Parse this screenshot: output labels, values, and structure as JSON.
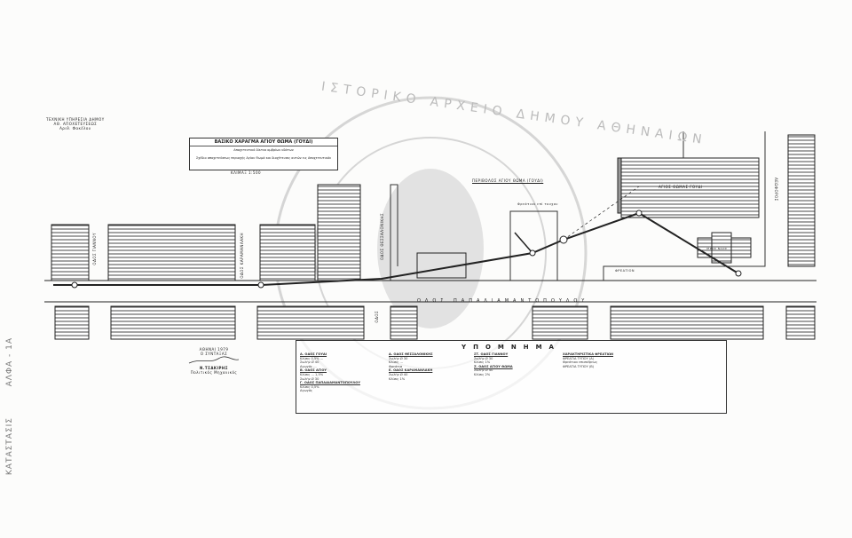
{
  "archive_note": {
    "lines": [
      "ΤΕΧΝΙΚΗ ΥΠΗΡΕΣΙΑ ΔΗΜΟΥ",
      "ΑΘ. ΑΠΟΧΕΤΕΥΣΕΩΣ",
      "Αριθ. Φακέλου"
    ]
  },
  "title_block": {
    "title": "ΒΑΣΙΚΟ ΧΑΡΑΓΜΑ ΑΓΙΟΥ ΘΩΜΑ (ΓΟΥΔΙ)",
    "subtitle": "Αποχετευτικό δίκτυο ομβρίων υδάτων",
    "description": "Σχέδιο αποχετεύσεως περιοχής Αγίου Θωμά και διοχέτευσις αυτών εις Αποχετευτικόν",
    "scale": "ΚΛΙΜΑΞ 1:500"
  },
  "streets": {
    "main": "ΟΔΟΣ ΠΑΠΑΔΙΑΜΑΝΤΟΠΟΥΛΟΥ",
    "side_1": "ΟΔΟΣ ΓΙΑΝΝΟΥ",
    "side_2": "ΟΔΟΣ ΚΑΡΑΜΑΝΛΑΚΗ",
    "side_3": "ΟΔΟΣ ΘΕΣΣΑΛΟΝΙΚΗΣ",
    "side_4": "ΟΔΟΣ",
    "side_right": "ΛΕΩΦΟΡΟΣ"
  },
  "labels": {
    "church_yard": "ΠΕΡΙΒΟΛΟΣ ΑΓΙΟΥ ΘΩΜΑ (ΓΟΥΔΙ)",
    "church_big": "ΑΓΙΟΣ ΘΩΜΑΣ ΓΟΥΔΙ",
    "church_small": "ΙΕΡΟΣ ΝΑΟΣ",
    "note": "Φρεάτιον επί τουχου",
    "manhole": "ΦΡΕΑΤΙΟΝ"
  },
  "signature": {
    "place_date": "ΑΘΗΝΑΙ 1979",
    "role": "Ο ΣΥΝΤΑΞΑΣ",
    "name": "Ν.ΤΣΑΚΙΡΗΣ",
    "position": "Πολιτικός Μηχανικός"
  },
  "legend": {
    "title": "ΥΠΟΜΝΗΜΑ",
    "columns": [
      {
        "heading": "Α. ΟΔΟΣ ΓΟΥΔΙ",
        "lines": [
          "Κλίσις 0,5% ...",
          "Σωλήν Ø 40",
          "Αγωγός ..."
        ],
        "heading2": "Β. ΟΔΟΣ ΑΓΙΟΥ",
        "lines2": [
          "Κλίσις ... 1,5%",
          "Σωλήν Ø 30"
        ],
        "heading3": "Γ. ΟΔΟΣ ΠΑΠΑΔΙΑΜΑΝΤΟΠΟΥΛΟΥ",
        "lines3": [
          "Κλίσις 0,5%",
          "Αγωγός"
        ]
      },
      {
        "heading": "Δ. ΟΔΟΣ ΘΕΣΣΑΛΟΝΙΚΗΣ",
        "lines": [
          "Σωλήν Ø 30",
          "Κλίσις ...",
          "Φρεάτια"
        ],
        "heading2": "Ε. ΟΔΟΣ ΚΑΡΑΜΑΝΛΑΚΗ",
        "lines2": [
          "Σωλήν Ø 40",
          "Κλίσις 1%"
        ]
      },
      {
        "heading": "ΣΤ. ΟΔΟΣ ΓΙΑΝΝΟΥ",
        "lines": [
          "Σωλήν Ø 30",
          "Κλίσις 1%"
        ],
        "heading2": "Ζ. ΟΔΟΣ ΑΓΙΟΥ ΘΩΜΑ",
        "lines2": [
          "Σωλήν Ø 40",
          "Κλίσις 2%"
        ]
      },
      {
        "heading": "ΧΑΡΑΚΤΗΡΙΣΤΙΚΑ ΦΡΕΑΤΙΩΝ",
        "lines": [
          "ΦΡΕΑΤΙΑ ΤΥΠΟΥ (Α)",
          "Φρεάτιον επισκέψεως",
          "ΦΡΕΑΤΙΑ ΤΥΠΟΥ (Β)"
        ]
      }
    ]
  },
  "stamp": "ΙΣΤΟΡΙΚΟ ΑΡΧΕΙΟ ΔΗΜΟΥ ΑΘΗΝΑΙΩΝ",
  "side_labels": [
    "ΑΛΦΑ - 1Α",
    "ΚΑΤΑΣΤΑΣΙΣ"
  ]
}
